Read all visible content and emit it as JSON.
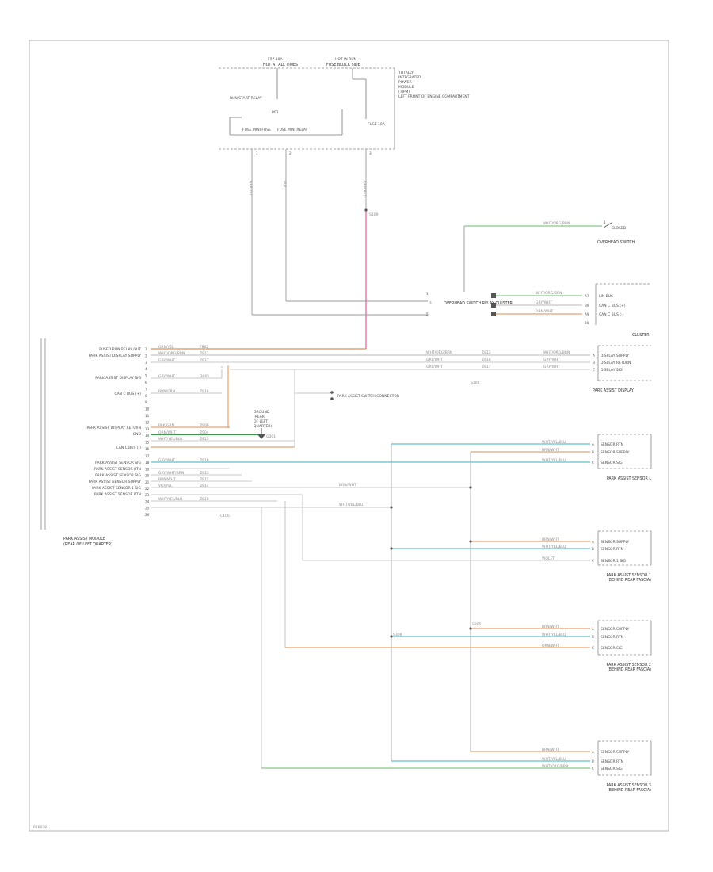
{
  "diagram": {
    "footer_code": "P16038",
    "fuse_box": {
      "fuse_a": "F97 10A",
      "fuse_a_sub": "HOT AT ALL TIMES",
      "fuse_b": "HOT IN RUN",
      "fuse_b_sub": "FUSE BLOCK SIDE",
      "relay": "RUN/START RELAY",
      "mid_label": "RF1",
      "contact_a": "FUSE MINI FUSE",
      "contact_b": "FUSE MINI RELAY",
      "contact_c": "FUSE 10A",
      "side_label": [
        "TOTALLY",
        "INTEGRATED",
        "POWER",
        "MODULE",
        "(TIPM)",
        "LEFT FRONT OF ENGINE COMPARTMENT"
      ],
      "pin_1": "1",
      "pin_2": "2",
      "pin_3": "3",
      "wire_1": "GRAY/VT",
      "wire_2": "BLK",
      "wire_3": "ORN/RED"
    },
    "splice_code": "S109",
    "overhead_switch": {
      "wire": "WHT/ORG/BRN",
      "pin": "1",
      "name": "OVERHEAD SWITCH",
      "sub": "CLOSED"
    },
    "cluster_node": {
      "name": "OVERHEAD SWITCH RELAY CLUSTER",
      "pins": [
        "1",
        "3",
        "5"
      ]
    },
    "cluster": {
      "name": "CLUSTER",
      "pins": [
        "A7",
        "B9",
        "A9",
        "20"
      ],
      "wires": [
        "WHT/ORG/BRN",
        "GRY/WHT",
        "ORN/WHT"
      ],
      "labels": [
        "LIN BUS",
        "CAN C BUS (+)",
        "CAN C BUS (-)"
      ]
    },
    "module": {
      "name": [
        "PARK ASSIST MODULE",
        "(REAR OF LEFT QUARTER)"
      ],
      "pin_labels": [
        "FUSED RUN RELAY OUT",
        "PARK ASSIST DISPLAY SUPPLY",
        "PARK ASSIST DISPLAY SIG",
        "CAN C BUS (+)",
        "PARK ASSIST DISPLAY RETURN",
        "GND",
        "CAN C BUS (-)",
        "PARK ASSIST SENSOR SIG",
        "PARK ASSIST SENSOR RTN",
        "PARK ASSIST SENSOR SIG",
        "PARK ASSIST SENSOR SUPPLY",
        "PARK ASSIST SENSOR 1 SIG",
        "PARK ASSIST SENSOR RTN"
      ],
      "pins": [
        "1",
        "2",
        "3",
        "4",
        "5",
        "6",
        "7",
        "8",
        "9",
        "10",
        "11",
        "12",
        "13",
        "14",
        "15",
        "16",
        "17",
        "18",
        "19",
        "20",
        "21",
        "22",
        "23",
        "24",
        "25",
        "26"
      ],
      "wire_colors": [
        "ORN/YEL",
        "WHT/ORG/BRN",
        "GRY/WHT",
        "GRY/WHT",
        "BRN/GRN",
        "BLK/GRN",
        "ORN/WHT",
        "WHT/YEL/BLU",
        "GRY/WHT",
        "GRY/WHT/BRN",
        "BRN/WHT",
        "VIO/YEL",
        "WHT/YEL/BLU"
      ],
      "wire_codes": [
        "F862",
        "Z812",
        "Z817",
        "D065",
        "Z818",
        "Z909",
        "Z904",
        "Z815",
        "Z816",
        "Z813",
        "Z815",
        "Z814",
        "Z810"
      ]
    },
    "ground": {
      "name": [
        "GROUND",
        "(REAR",
        "OF LEFT",
        "QUARTER)"
      ],
      "code": "G301"
    },
    "park_assist_conn": "PARK ASSIST SWITCH CONNECTOR",
    "display": {
      "name": "PARK ASSIST DISPLAY",
      "pins": [
        "A",
        "B",
        "C"
      ],
      "wires": [
        "WHT/ORG/BRN",
        "GRY/WHT",
        "GRY/WHT"
      ],
      "codes": [
        "Z812",
        "Z818",
        "Z817"
      ],
      "labels": [
        "DISPLAY SUPPLY",
        "DISPLAY RETURN",
        "DISPLAY SIG"
      ],
      "splice": "S106"
    },
    "wire_mid_labels": [
      "WHT/ORG/BRN",
      "GRY/WHT",
      "GRY/WHT"
    ],
    "wire_mid_codes": [
      "Z812",
      "Z818",
      "Z817"
    ],
    "sensors": [
      {
        "name": [
          "PARK ASSIST SENSOR L"
        ],
        "pins": [
          "A",
          "B",
          "C"
        ],
        "wires": [
          "WHT/YEL/BLU",
          "BRN/WHT",
          "WHT/YEL/BLU"
        ],
        "labels": [
          "SENSOR RTN",
          "SENSOR SUPPLY",
          "SENSOR SIG"
        ]
      },
      {
        "name": [
          "PARK ASSIST SENSOR 1",
          "(BEHIND REAR FASCIA)"
        ],
        "pins": [
          "A",
          "B",
          "C"
        ],
        "wires": [
          "BRN/WHT",
          "WHT/YEL/BLU",
          "VIOLET"
        ],
        "labels": [
          "SENSOR SUPPLY",
          "SENSOR RTN",
          "SENSOR 1 SIG"
        ]
      },
      {
        "name": [
          "PARK ASSIST SENSOR 2",
          "(BEHIND REAR FASCIA)"
        ],
        "pins": [
          "A",
          "B",
          "C"
        ],
        "wires": [
          "BRN/WHT",
          "WHT/YEL/BLU",
          "ORN/WHT"
        ],
        "labels": [
          "SENSOR SUPPLY",
          "SENSOR RTN",
          "SENSOR SIG"
        ]
      },
      {
        "name": [
          "PARK ASSIST SENSOR 3",
          "(BEHIND REAR FASCIA)"
        ],
        "pins": [
          "A",
          "B",
          "C"
        ],
        "wires": [
          "BRN/WHT",
          "WHT/YEL/BLU",
          "WHT/ORG/BRN"
        ],
        "labels": [
          "SENSOR SUPPLY",
          "SENSOR RTN",
          "SENSOR SIG"
        ]
      }
    ],
    "splice_labels": [
      "S305",
      "S306"
    ],
    "small_labels": [
      "BRN/WHT",
      "WHT/YEL/BLU"
    ],
    "module_connector_code": "C100",
    "colors": {
      "pink": "#e8789b",
      "orange": "#e8a070",
      "green": "#3c9a4a",
      "light_green": "#8ac88a",
      "teal": "#5cc0c8",
      "brown": "#c08a60",
      "gray": "#9a9a9a",
      "dark": "#555555"
    }
  }
}
